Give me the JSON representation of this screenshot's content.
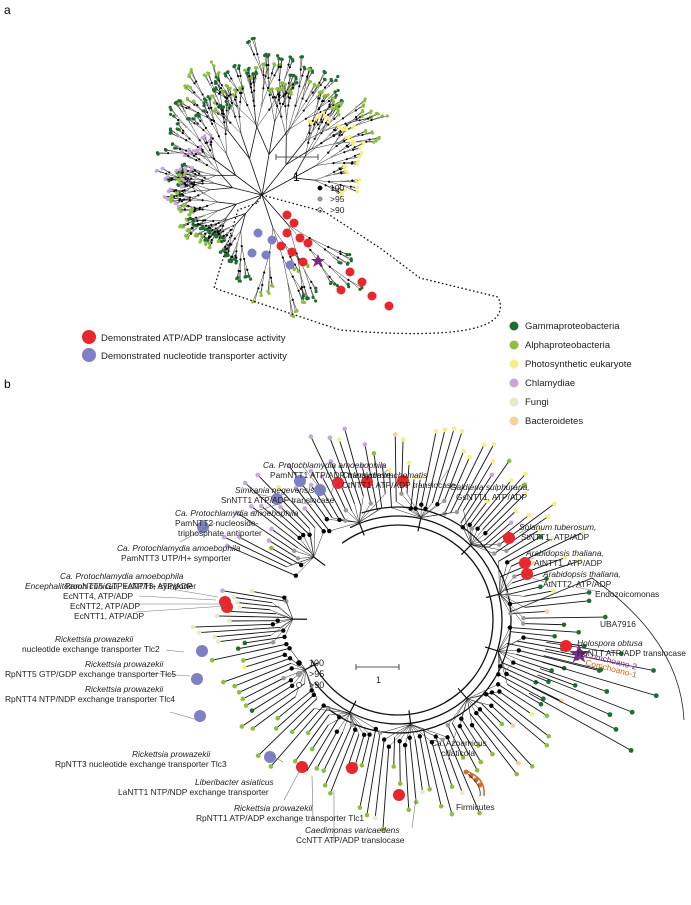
{
  "panel_a": {
    "label": "a",
    "scale_bar_label": "1",
    "support_legend": [
      {
        "text": "100",
        "fill": "#000000"
      },
      {
        "text": ">95",
        "fill": "#9a9a9a"
      },
      {
        "text": ">90",
        "fill": "#ffffff"
      }
    ],
    "activity_legend": [
      {
        "text": "Demonstrated ATP/ADP translocase activity",
        "color": "#e8262b"
      },
      {
        "text": "Demonstrated nucleotide transporter activity",
        "color": "#7f7fc6"
      }
    ]
  },
  "taxon_legend": [
    {
      "text": "Gammaproteobacteria",
      "color": "#1f6b33"
    },
    {
      "text": "Alphaproteobacteria",
      "color": "#8cbf3f"
    },
    {
      "text": "Photosynthetic eukaryote",
      "color": "#f6ef86"
    },
    {
      "text": "Chlamydiae",
      "color": "#c6a8d6"
    },
    {
      "text": "Fungi",
      "color": "#e4ecc6"
    },
    {
      "text": "Bacteroidetes",
      "color": "#f5cfa0"
    }
  ],
  "panel_b": {
    "label": "b",
    "scale_bar_label": "1",
    "support_legend": [
      {
        "text": "100",
        "fill": "#000000"
      },
      {
        "text": ">95",
        "fill": "#9a9a9a"
      },
      {
        "text": ">90",
        "fill": "#ffffff"
      }
    ],
    "annotations": {
      "cpa1_species": "Ca. Protochlamydia amoebophila",
      "cpa1_protein": "PamNTT1 ATP/ADP translocase",
      "simk_species": "Simkania negevensis",
      "simk_protein": "SnNTT1 ATP/ADP translocase",
      "cpa2_species": "Ca. Protochlamydia amoebophila",
      "cpa2_protein_1": "PamNTT2 nucleoside-",
      "cpa2_protein_2": "triphosphate antiporter",
      "cpa3_species": "Ca. Protochlamydia amoebophila",
      "cpa3_protein": "PamNTT3 UTP/H+ symporter",
      "cpa5_species": "Ca. Protochlamydia amoebophila",
      "cpa5_protein": "PamNTT5 GTP+ATP/H+ symporter",
      "chl_species": "Chlamydia trachomatis",
      "chl_protein": "CtNTT1, ATP/ADP translocase",
      "gal_species": "Galdieria sulphuraria,",
      "gal_protein": "GsNTT1, ATP/ADP",
      "sol_species": "Solanum tuberosum,",
      "sol_protein": "StNTT1, ATP/ADP",
      "ara1_species": "Arabidopsis thaliana,",
      "ara1_protein": "AtNTT1, ATP/ADP",
      "ara2_species": "Arabidopsis thaliana,",
      "ara2_protein": "AtNTT2, ATP/ADP",
      "endozoicomonas": "Endozoicomonas",
      "holo_species": "Holospora obtusa",
      "holo_protein": "HoNTT ATP/ADP translocase",
      "comchoano2": "Comchoano-2",
      "comchoano1": "Comchoano-1",
      "uba": "UBA7916",
      "ence_species": "Encephalitozoon cuniculi,",
      "ence_protein": "EcNTT3, ATP/ADP",
      "ecntt4": "EcNTT4, ATP/ADP",
      "ecntt2": "EcNTT2, ATP/ADP",
      "ecntt1": "EcNTT1, ATP/ADP",
      "rick2_species": "Rickettsia prowazekii",
      "rick2_protein": "nucleotide exchange transporter Tlc2",
      "rick5_species": "Rickettsia prowazekii",
      "rick5_protein": "RpNTT5 GTP/GDP exchange transporter Tlc5",
      "rick4_species": "Rickettsia prowazekii",
      "rick4_protein": "RpNTT4 NTP/NDP exchange transporter Tlc4",
      "rick3_species": "Rickettsia prowazekii",
      "rick3_protein": "RpNTT3 nucleotide exchange transporter Tlc3",
      "lib_species": "Liberibacter asiaticus",
      "lib_protein": "LaNTT1 NTP/NDP exchange transporter",
      "rick1_species": "Rickettsia prowazekii",
      "rick1_protein": "RpNTT1 ATP/ADP exchange transporter Tlc1",
      "caed_species": "Caedimonas varicaedens",
      "caed_protein": "CcNTT ATP/ADP translocase",
      "azo_1": "Ca. Azoamicus",
      "azo_2": "ciliaticola",
      "firmicutes": "Firmicutes"
    }
  },
  "colors": {
    "translocase": "#e8262b",
    "transporter": "#7f7fc6",
    "star": "#7d2a86",
    "comchoano1": "#c46a18",
    "firmicutes": "#d86a2a"
  }
}
